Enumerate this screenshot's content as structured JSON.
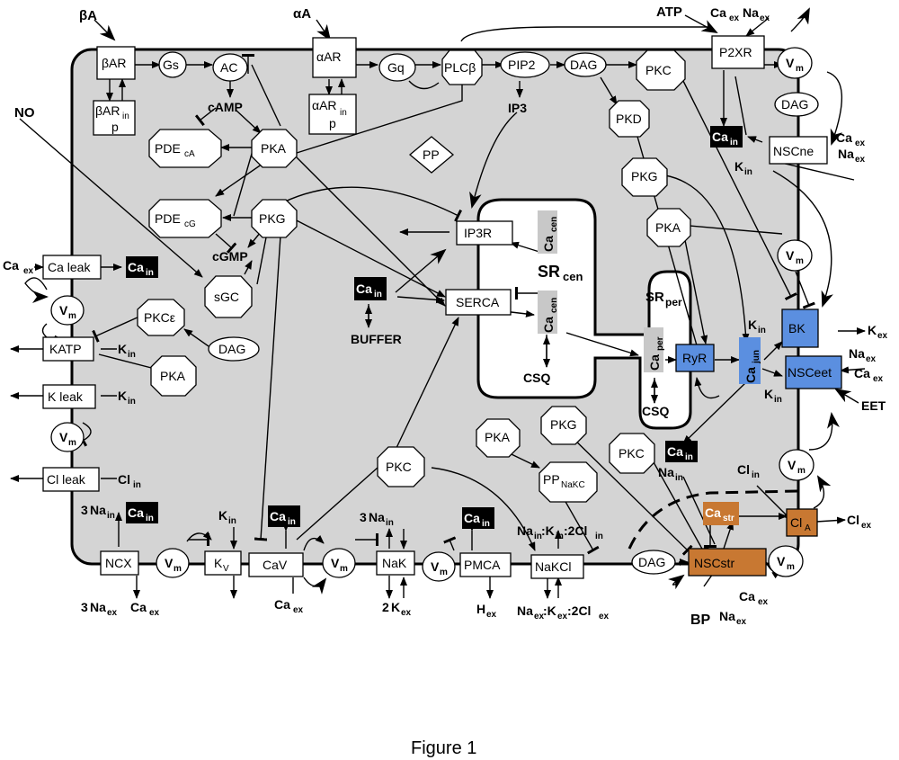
{
  "caption": "Figure 1",
  "colors": {
    "cell": "#d4d4d4",
    "blue": "#5b8fe0",
    "orange": "#c87832",
    "ca_black": "#000000",
    "grey_label": "#c8c8c8"
  },
  "labels": {
    "betaA": "βA",
    "alphaA": "αA",
    "ATP": "ATP",
    "NO": "NO",
    "BP": "BP",
    "EET": "EET",
    "betaAR": "βAR",
    "alphaAR": "αAR",
    "betaARp_main": "βAR",
    "betaARp_sub": "in",
    "betaARp_p": "p",
    "alphaARp_main": "αAR",
    "alphaARp_sub": "in",
    "alphaARp_p": "p",
    "Gs": "Gs",
    "AC": "AC",
    "Gq": "Gq",
    "PLCb": "PLCβ",
    "PIP2": "PIP2",
    "DAG": "DAG",
    "IP3": "IP3",
    "PKC": "PKC",
    "PKD": "PKD",
    "PKA": "PKA",
    "PKG": "PKG",
    "PP": "PP",
    "P2XR": "P2XR",
    "cAMP": "cAMP",
    "cGMP": "cGMP",
    "sGC": "sGC",
    "PKCe": "PKCε",
    "PDE": "PDE",
    "cA": "cA",
    "cG": "cG",
    "IP3R": "IP3R",
    "SERCA": "SERCA",
    "CSQ": "CSQ",
    "BUFFER": "BUFFER",
    "SR": "SR",
    "cen": "cen",
    "per": "per",
    "Ca": "Ca",
    "in": "in",
    "ex": "ex",
    "str": "str",
    "jun": "jun",
    "RyR": "RyR",
    "BK": "BK",
    "NSCeet": "NSCeet",
    "NSCne": "NSCne",
    "NSCstr": "NSCstr",
    "ClA": "Cl",
    "A": "A",
    "Caleak": "Ca leak",
    "KATP": "KATP",
    "Kleak": "K leak",
    "Clleak": "Cl leak",
    "NCX": "NCX",
    "KV": "K",
    "V": "V",
    "CaV": "CaV",
    "NaK": "NaK",
    "PMCA": "PMCA",
    "NaKCl": "NaKCl",
    "Vm": "V",
    "m": "m",
    "K": "K",
    "Cl": "Cl",
    "Na": "Na",
    "H": "H",
    "three": "3",
    "two": "2",
    "ppnakc": "PP",
    "NaKC": "NaKC",
    "NaKClin_a": "Na",
    "NaKClin_b": ":K",
    "NaKClin_c": ":2Cl",
    "colon": ":"
  }
}
